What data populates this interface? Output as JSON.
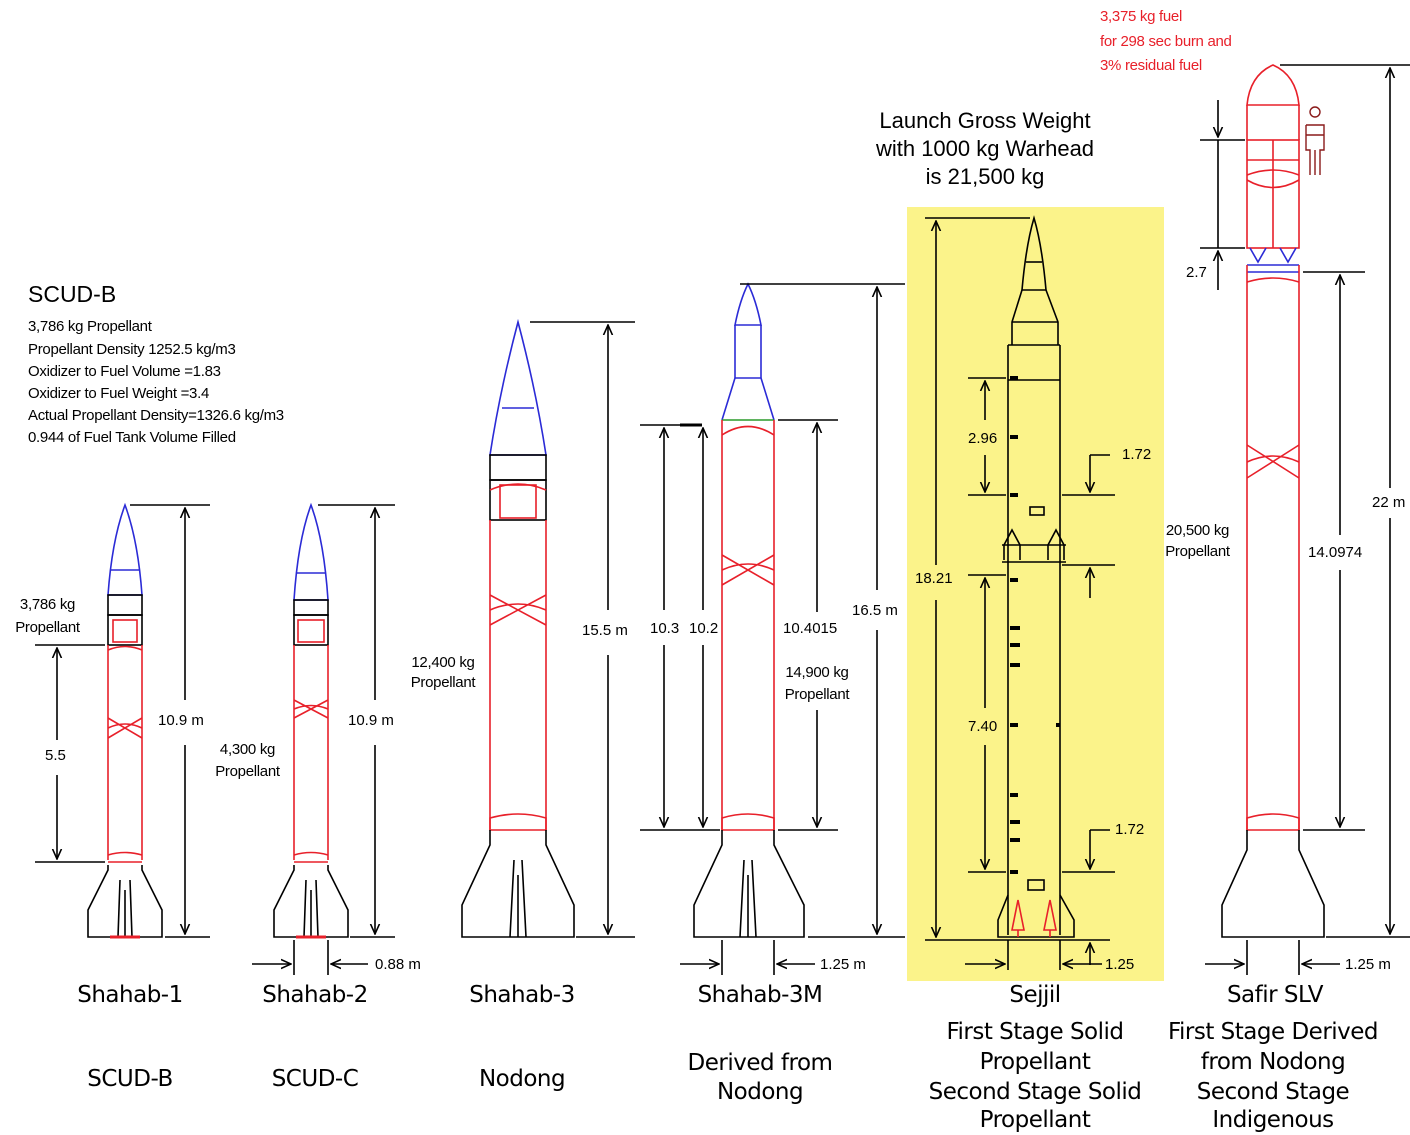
{
  "scud_b_notes": {
    "title": "SCUD-B",
    "lines": [
      "3,786 kg Propellant",
      "Propellant Density 1252.5 kg/m3",
      "Oxidizer to Fuel Volume =1.83",
      "Oxidizer to Fuel Weight =3.4",
      "Actual Propellant Density=1326.6 kg/m3",
      "0.944 of Fuel Tank Volume Filled"
    ]
  },
  "safir_fuel_note": [
    "3,375 kg fuel",
    "for 298 sec burn and",
    "3% residual fuel"
  ],
  "sejjil_weight_note": [
    "Launch Gross Weight",
    "with 1000 kg Warhead",
    "is 21,500 kg"
  ],
  "rockets": [
    {
      "name": "Shahab-1",
      "origin": [
        "SCUD-B"
      ],
      "height": "10.9 m",
      "propellant": [
        "3,786 kg",
        "Propellant"
      ],
      "tank": "5.5"
    },
    {
      "name": "Shahab-2",
      "origin": [
        "SCUD-C"
      ],
      "height": "10.9 m",
      "propellant": [
        "4,300 kg",
        "Propellant"
      ],
      "diameter": "0.88 m"
    },
    {
      "name": "Shahab-3",
      "origin": [
        "Nodong"
      ],
      "height": "15.5 m",
      "propellant": [
        "12,400 kg",
        "Propellant"
      ]
    },
    {
      "name": "Shahab-3M",
      "origin": [
        "Derived from",
        "Nodong"
      ],
      "height": "16.5 m",
      "propellant": [
        "14,900 kg",
        "Propellant"
      ],
      "dims": [
        "10.3",
        "10.2",
        "10.4015"
      ],
      "diameter": "1.25 m"
    },
    {
      "name": "Sejjil",
      "origin": [
        "First Stage Solid",
        "Propellant",
        "Second Stage Solid",
        "Propellant"
      ],
      "height": "18.21",
      "dims": [
        "2.96",
        "7.40",
        "1.72",
        "1.72"
      ],
      "diameter": "1.25"
    },
    {
      "name": "Safir SLV",
      "origin": [
        "First Stage Derived",
        "from Nodong",
        "Second Stage",
        "Indigenous"
      ],
      "height": "22 m",
      "propellant": [
        "20,500 kg",
        "Propellant"
      ],
      "dims": [
        "14.0974",
        "2.7"
      ],
      "diameter": "1.25 m"
    }
  ],
  "colors": {
    "highlight": "#fbf38a",
    "tank_lines": "#e8202a",
    "nose_lines": "#2b2bd6",
    "note_red": "#e8202a"
  }
}
